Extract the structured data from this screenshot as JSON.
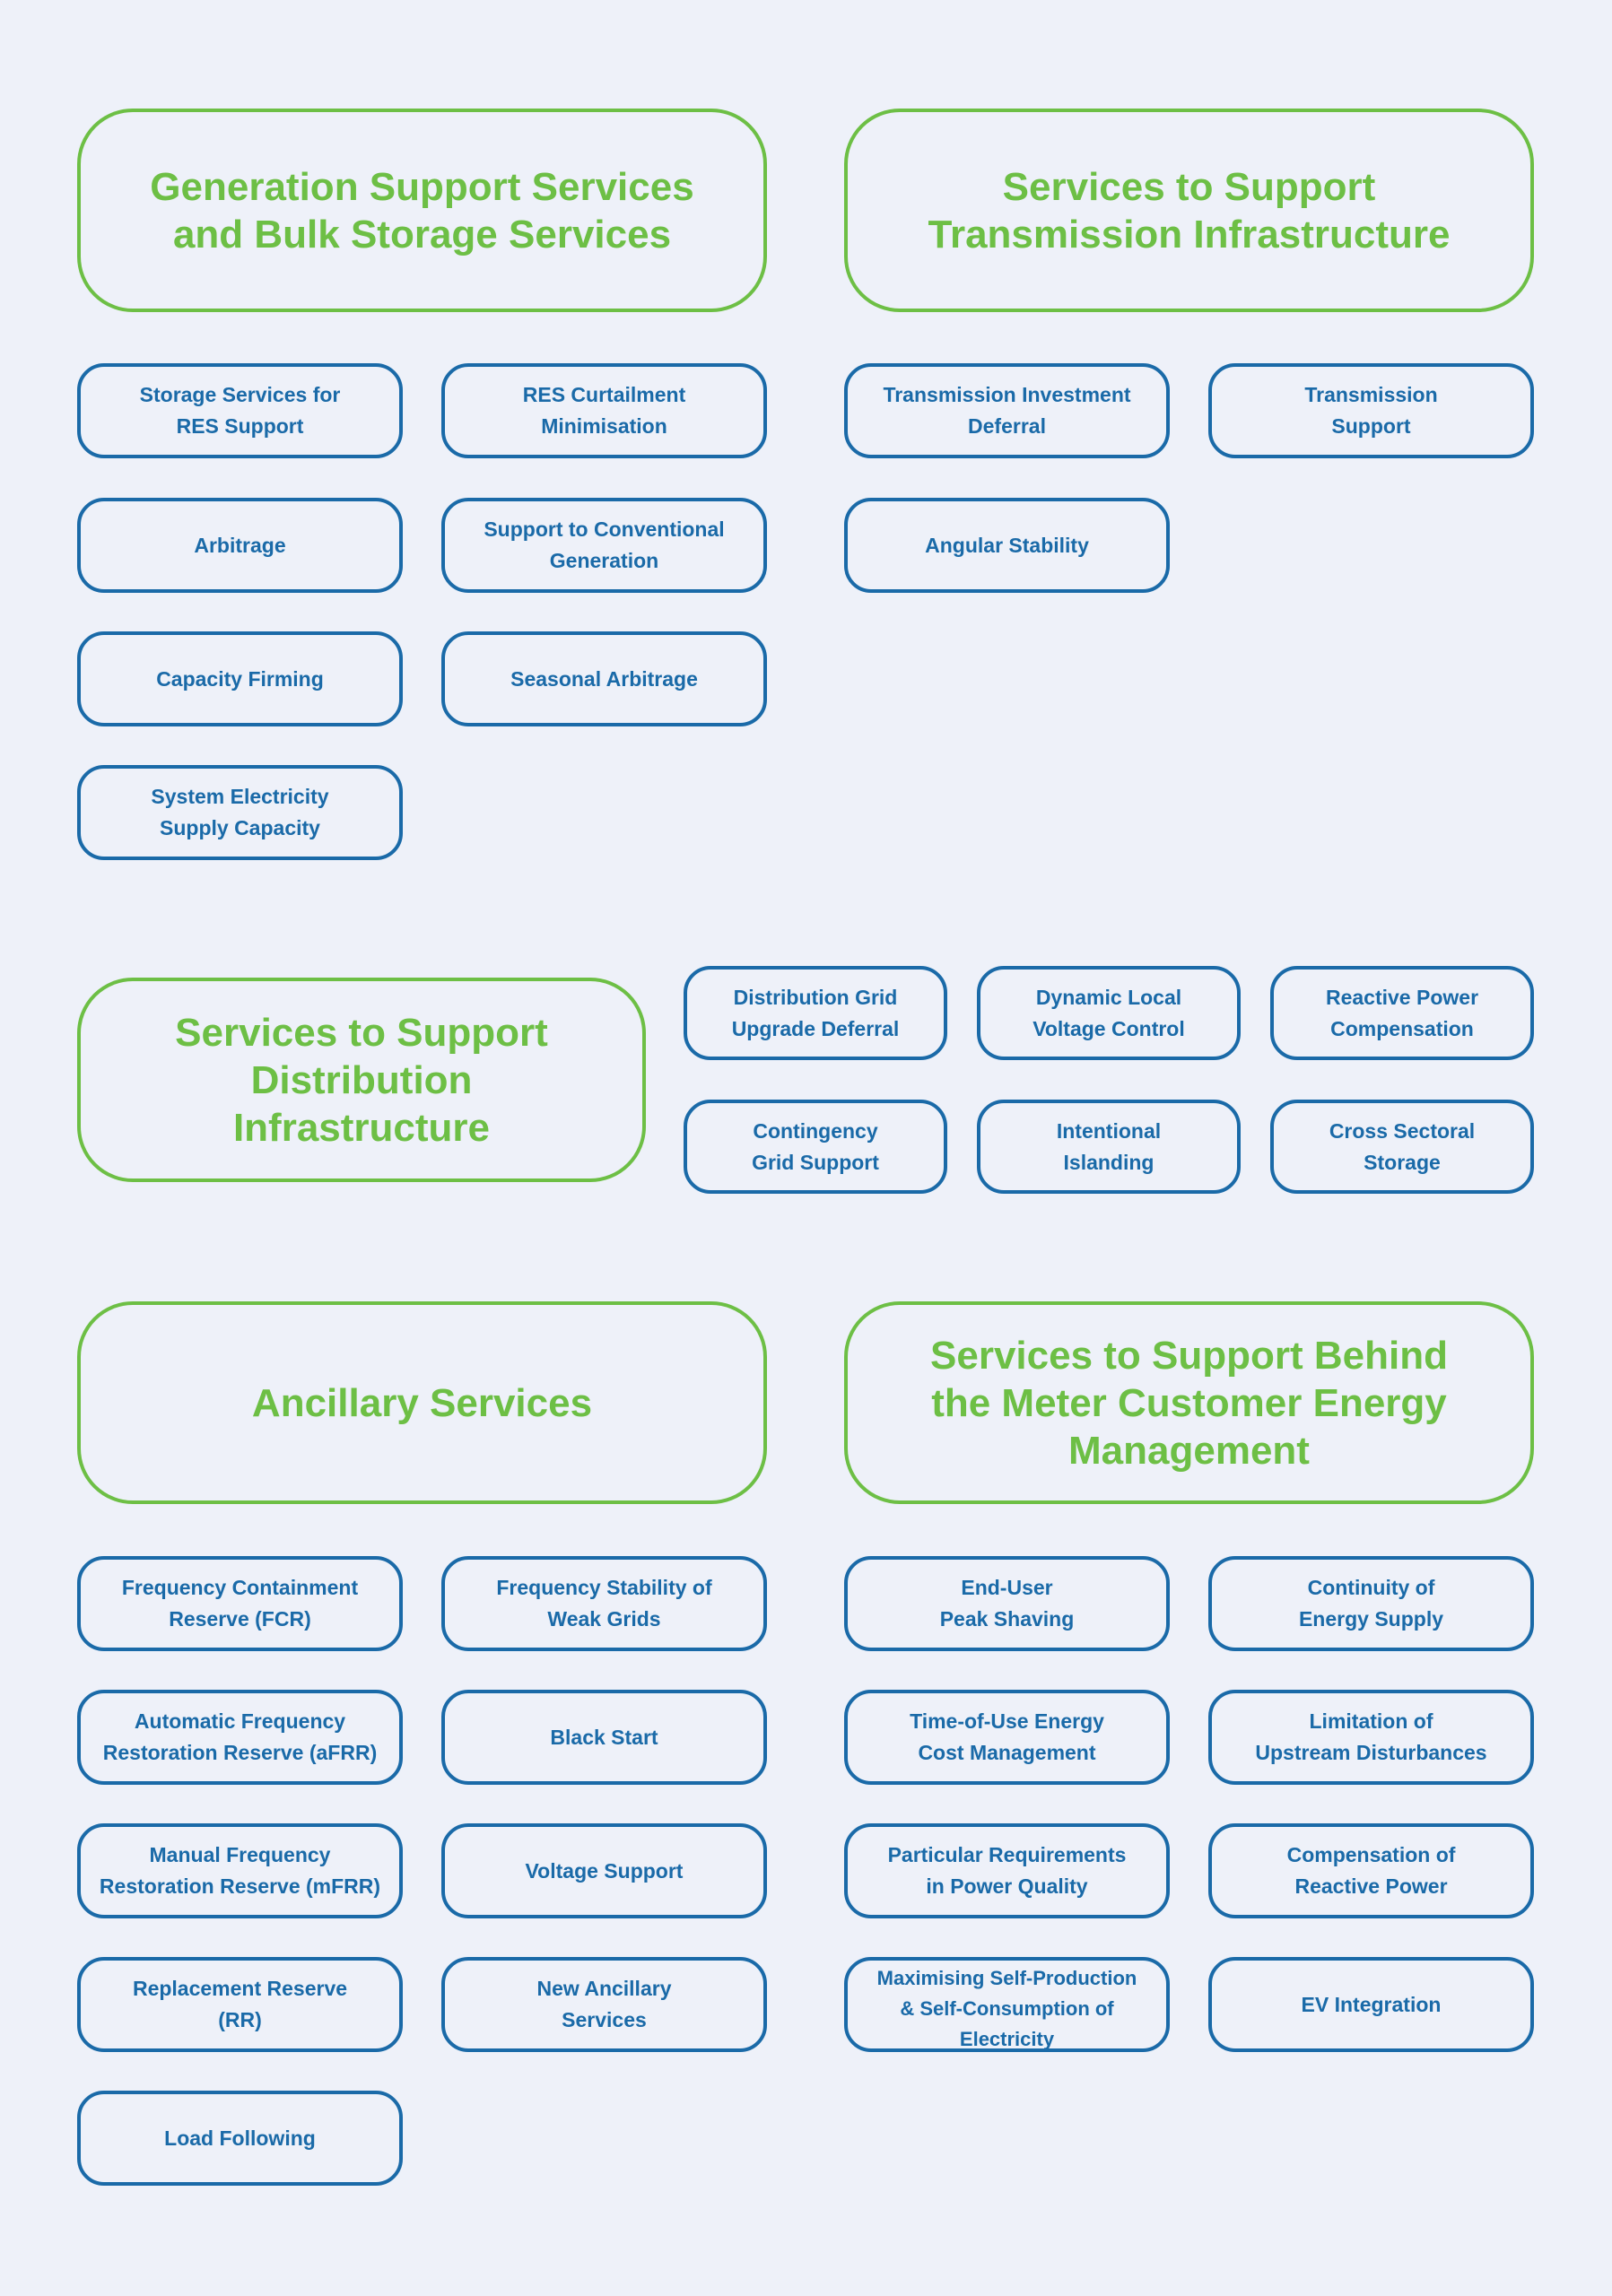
{
  "colors": {
    "background": "#eef1f9",
    "category_green": "#6dbf45",
    "service_blue": "#1a6aa8"
  },
  "sections": {
    "generation": {
      "title": "Generation Support Services\nand Bulk Storage Services",
      "services": [
        "Storage Services for\nRES Support",
        "RES Curtailment\nMinimisation",
        "Arbitrage",
        "Support to Conventional\nGeneration",
        "Capacity Firming",
        "Seasonal Arbitrage",
        "System Electricity\nSupply Capacity"
      ]
    },
    "transmission": {
      "title": "Services to Support\nTransmission Infrastructure",
      "services": [
        "Transmission Investment\nDeferral",
        "Transmission\nSupport",
        "Angular Stability"
      ]
    },
    "distribution": {
      "title": "Services to Support\nDistribution\nInfrastructure",
      "services": [
        "Distribution Grid\nUpgrade Deferral",
        "Dynamic Local\nVoltage Control",
        "Reactive Power\nCompensation",
        "Contingency\nGrid Support",
        "Intentional\nIslanding",
        "Cross Sectoral\nStorage"
      ]
    },
    "ancillary": {
      "title": "Ancillary Services",
      "services": [
        "Frequency Containment\nReserve (FCR)",
        "Frequency Stability of\nWeak Grids",
        "Automatic Frequency\nRestoration Reserve (aFRR)",
        "Black Start",
        "Manual Frequency\nRestoration Reserve (mFRR)",
        "Voltage Support",
        "Replacement Reserve\n(RR)",
        "New Ancillary\nServices",
        "Load Following"
      ]
    },
    "behind_the_meter": {
      "title": "Services to Support Behind\nthe Meter Customer Energy\nManagement",
      "services": [
        "End-User\nPeak Shaving",
        "Continuity of\nEnergy Supply",
        "Time-of-Use Energy\nCost Management",
        "Limitation of\nUpstream Disturbances",
        "Particular Requirements\nin Power Quality",
        "Compensation of\nReactive Power",
        "Maximising Self-Production\n& Self-Consumption of\nElectricity",
        "EV Integration"
      ]
    }
  }
}
